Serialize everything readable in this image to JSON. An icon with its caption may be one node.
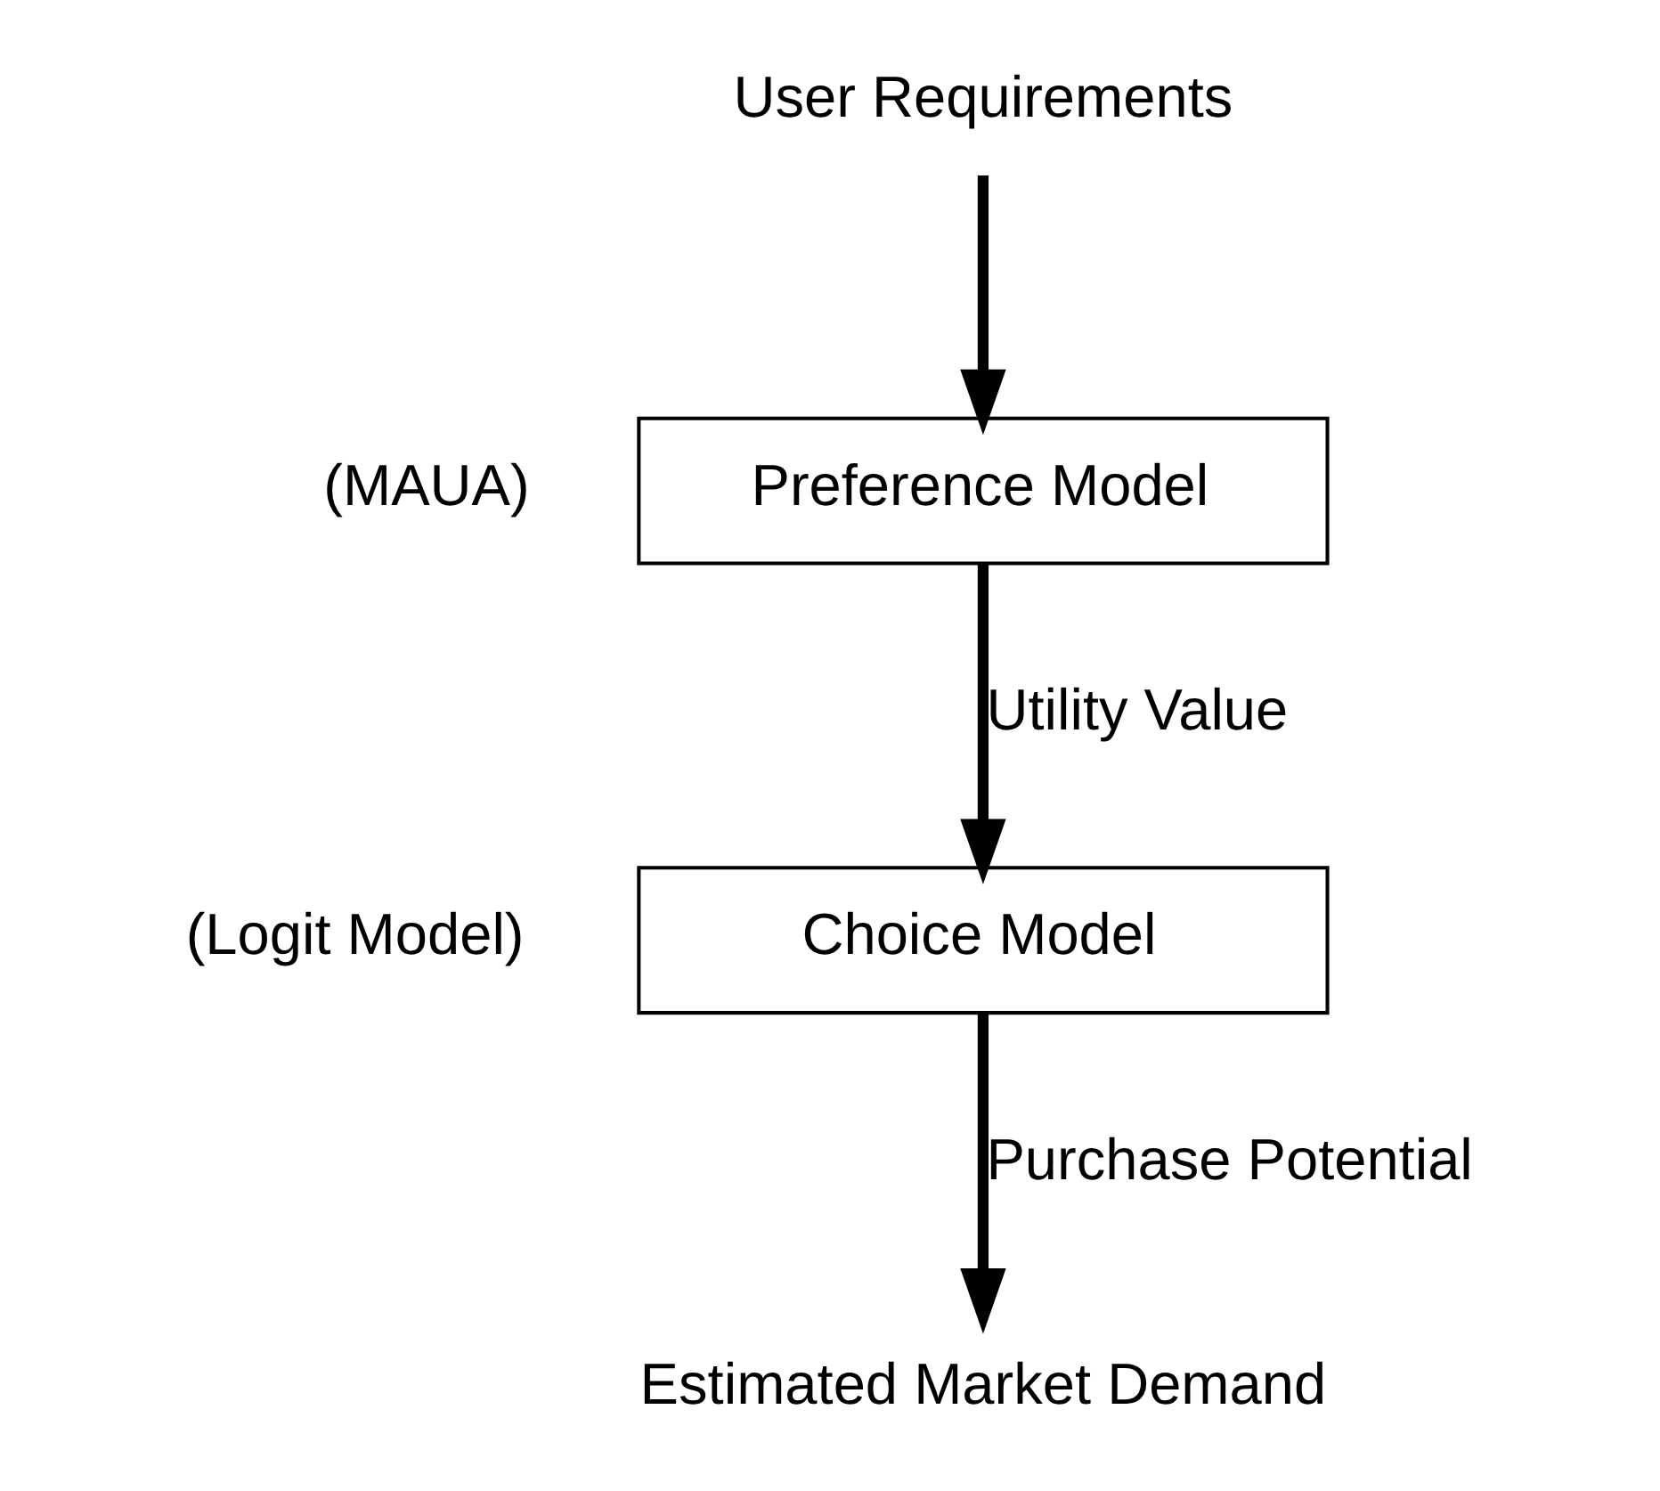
{
  "diagram": {
    "nodes": [
      {
        "text": [
          "User Requirements"
        ]
      },
      {
        "text": [
          "Preference Model"
        ],
        "beside": [
          "(MAUA)"
        ]
      },
      {
        "text": [
          "Choice Model"
        ],
        "beside": [
          "(Logit Model)"
        ]
      },
      {
        "text": [
          "Estimated Market Demand"
        ]
      }
    ],
    "edges": [
      {
        "from": 0,
        "to": 1,
        "arrow": "to"
      },
      {
        "from": 1,
        "to": 2,
        "arrow": "to",
        "label": "Utility Value"
      },
      {
        "from": 2,
        "to": 3,
        "arrow": "to",
        "label": "Purchase Potential"
      }
    ]
  }
}
